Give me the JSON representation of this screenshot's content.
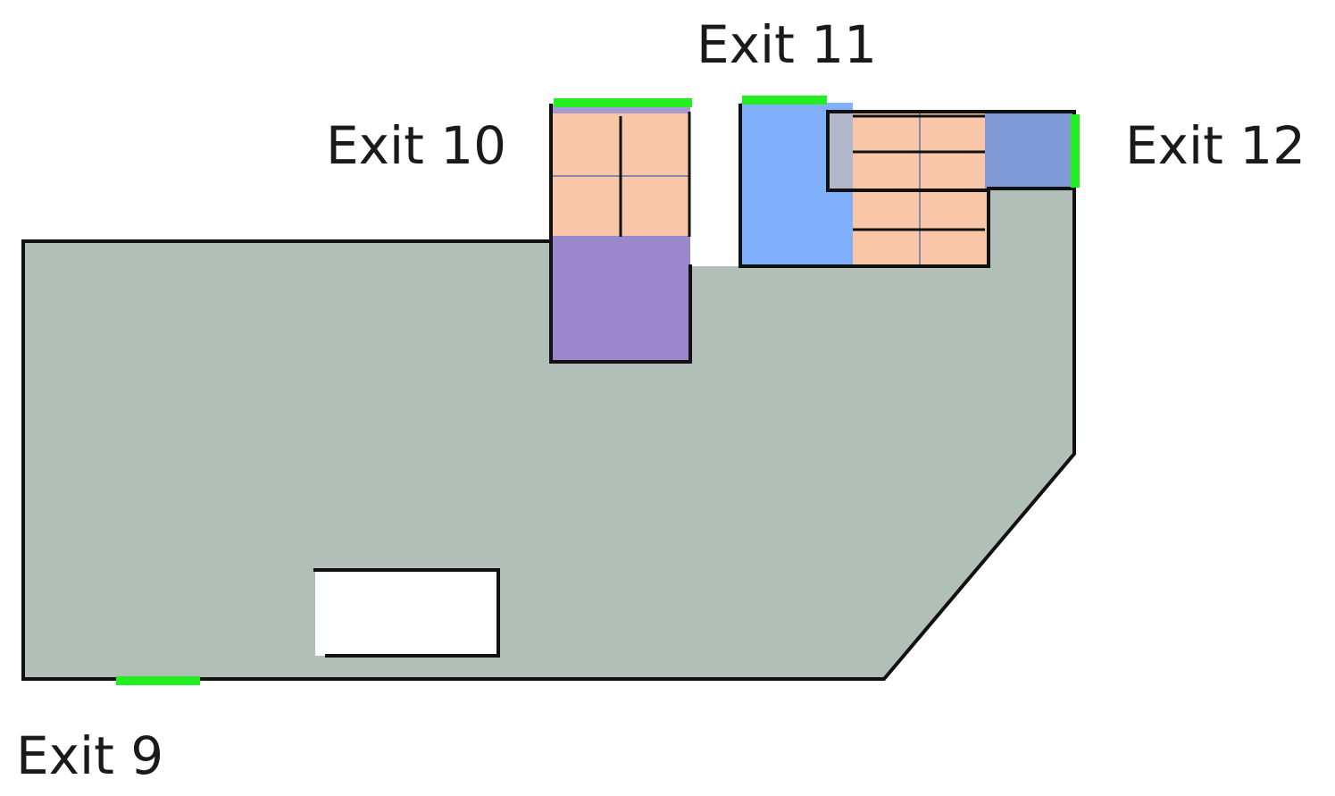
{
  "colors": {
    "floor": "#b1bfb8",
    "stair": "#f9c6a8",
    "landing_purple": "#9a88cc",
    "corridor_blue": "#80b0fc",
    "landing_blue": "#7f9ad6",
    "post_gray": "#b2b8cc",
    "exit_green": "#22ee22",
    "wall": "#111111"
  },
  "exits": {
    "exit_9": "Exit 9",
    "exit_10": "Exit 10",
    "exit_11": "Exit 11",
    "exit_12": "Exit 12"
  }
}
